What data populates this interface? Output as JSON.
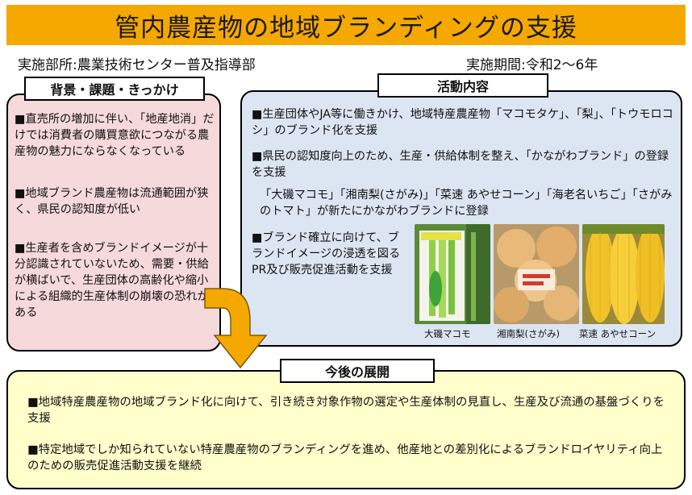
{
  "header": {
    "title": "管内農産物の地域ブランディングの支援",
    "department": "実施部所:農業技術センター普及指導部",
    "period": "実施期間:令和2〜6年"
  },
  "background": {
    "label": "背景・課題・きっかけ",
    "items": [
      "■直売所の増加に伴い、「地産地消」だけでは消費者の購買意欲につながる農産物の魅力にならなくなっている",
      "■地域ブランド農産物は流通範囲が狭く、県民の認知度が低い",
      "■生産者を含めブランドイメージが十分認識されていないため、需要・供給が横ばいで、生産団体の高齢化や縮小による組織的生産体制の崩壊の恐れがある"
    ]
  },
  "activity": {
    "label": "活動内容",
    "items": [
      "■生産団体やJA等に働きかけ、地域特産農産物「マコモタケ」、「梨」、「トウモロコシ」のブランド化を支援",
      "■県民の認知度向上のため、生産・供給体制を整え、「かながわブランド」の登録を支援",
      "「大磯マコモ」「湘南梨(さがみ)」「菜速 あやせコーン」「海老名いちご」「さがみのトマト」が新たにかながわブランドに登録",
      "■ブランド確立に向けて、ブランドイメージの浸透を図るPR及び販売促進活動を支援"
    ],
    "photos": [
      {
        "caption": "大磯マコモ",
        "icon": "makomo-photo"
      },
      {
        "caption": "湘南梨(さがみ)",
        "icon": "pear-photo"
      },
      {
        "caption": "菜速 あやせコーン",
        "icon": "corn-photo"
      }
    ]
  },
  "future": {
    "label": "今後の展開",
    "items": [
      "■地域特産農産物の地域ブランド化に向けて、引き続き対象作物の選定や生産体制の見直し、生産及び流通の基盤づくりを支援",
      "■特定地域でしか知られていない特産農産物のブランディングを進め、他産地との差別化によるブランドロイヤリティ向上のための販売促進活動支援を継続"
    ]
  },
  "colors": {
    "title_bar": "#f5a800",
    "background_panel": "#f6d9db",
    "activity_panel": "#dce6f2",
    "future_panel": "#ffffcc",
    "arrow": "#f5a800"
  }
}
